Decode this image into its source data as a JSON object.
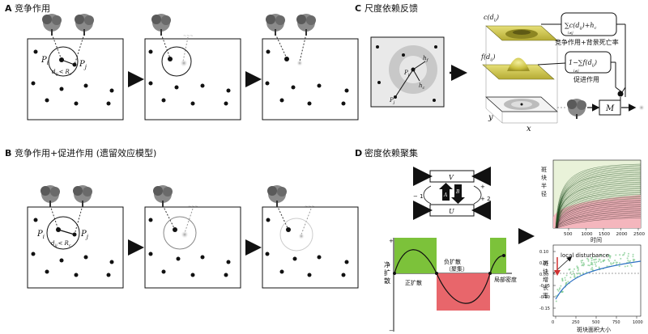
{
  "panels": {
    "a": {
      "letter": "A",
      "title": "竞争作用"
    },
    "b": {
      "letter": "B",
      "title": "竞争作用+促进作用 (遗留效应模型)"
    },
    "c": {
      "letter": "C",
      "title": "尺度依赖反馈"
    },
    "d": {
      "letter": "D",
      "title": "密度依赖聚集"
    }
  },
  "labels": {
    "pi": "P",
    "pi_sub": "i",
    "pj": "P",
    "pj_sub": "j",
    "dij": "d",
    "dij_sub": "ij",
    "lt": "<",
    "rc": "R",
    "rc_sub": "c",
    "rf": "R",
    "rf_sub": "f",
    "hf": "h",
    "hf_sub": "f",
    "hc": "h",
    "hc_sub": "c",
    "cfun": "c(d",
    "cfun_sub": "ij",
    "cfun_end": ")",
    "ffun": "f(d",
    "ffun_sub": "ij",
    "ffun_end": ")",
    "yaxis": "y",
    "xaxis": "x",
    "sum_formula": "∑c(d",
    "sum_formula_end": ")+h",
    "sum_formula_sub": "c",
    "sum_index": "i≠j",
    "comp_text": "竞争作用+背景死亡率",
    "one_minus": "1−∑f(d",
    "one_minus_end": ")",
    "facil_text": "促进作用",
    "m_label": "M"
  },
  "panel_d": {
    "v_label": "V",
    "u_label": "U",
    "a_label": "A",
    "b_label": "B",
    "minus1": "− 1",
    "plus1": "+",
    "plus2": "+ 2",
    "plus_left": "+",
    "jing": "净\n扩\n散",
    "zheng": "正扩散",
    "fu": "负扩散",
    "juji": "（聚集）",
    "jubu": "局部密度",
    "mid_plus": "+",
    "mid_minus": "−"
  },
  "chart_top": {
    "ylabel": "斑\n块\n半\n径",
    "xlabel": "时间",
    "xticks": [
      "500",
      "1000",
      "1500",
      "2000",
      "2500"
    ]
  },
  "chart_bottom": {
    "ylabel": "斑\n块\n增\n长\n率",
    "xlabel": "斑块面积大小",
    "yticks": [
      "0.10",
      "0.05",
      "0.00",
      "-0.05",
      "-0.10",
      "-0.15"
    ],
    "xticks": [
      "0",
      "250",
      "500",
      "750",
      "1000"
    ],
    "annotation": "local disturbance"
  },
  "colors": {
    "green": "#7cc23a",
    "red": "#e8666b",
    "pink": "#f4b6bd",
    "gold": "#d9cf55",
    "gray_circle": "#bdbdbd"
  }
}
